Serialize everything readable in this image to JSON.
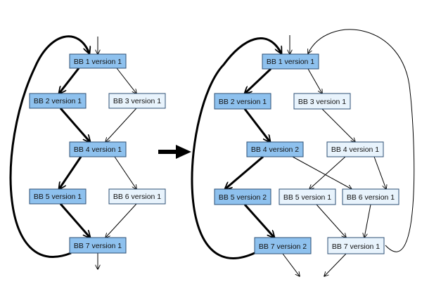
{
  "diagram": {
    "colors": {
      "hot_fill": "#8ec1ee",
      "cold_fill": "#e8f3fc",
      "border": "#2c4f74",
      "edge": "#000000"
    },
    "left": {
      "nodes": {
        "bb1": {
          "label": "BB 1 version 1",
          "hot": true
        },
        "bb2": {
          "label": "BB 2 version 1",
          "hot": true
        },
        "bb3": {
          "label": "BB 3 version 1",
          "hot": false
        },
        "bb4": {
          "label": "BB 4 version 1",
          "hot": true
        },
        "bb5": {
          "label": "BB 5 version 1",
          "hot": true
        },
        "bb6": {
          "label": "BB 6 version 1",
          "hot": false
        },
        "bb7": {
          "label": "BB 7 version 1",
          "hot": true
        }
      }
    },
    "right": {
      "nodes": {
        "bb1": {
          "label": "BB 1 version 1",
          "hot": true
        },
        "bb2": {
          "label": "BB 2 version 1",
          "hot": true
        },
        "bb3": {
          "label": "BB 3 version 1",
          "hot": false
        },
        "bb4v2": {
          "label": "BB 4 version 2",
          "hot": true
        },
        "bb4v1": {
          "label": "BB 4 version 1",
          "hot": false
        },
        "bb5v2": {
          "label": "BB 5 version 2",
          "hot": true
        },
        "bb5v1": {
          "label": "BB 5 version 1",
          "hot": false
        },
        "bb6": {
          "label": "BB 6 version 1",
          "hot": false
        },
        "bb7v2": {
          "label": "BB 7 version 2",
          "hot": true
        },
        "bb7v1": {
          "label": "BB 7 version 1",
          "hot": false
        }
      }
    },
    "transform_arrow": "right-arrow-icon"
  }
}
